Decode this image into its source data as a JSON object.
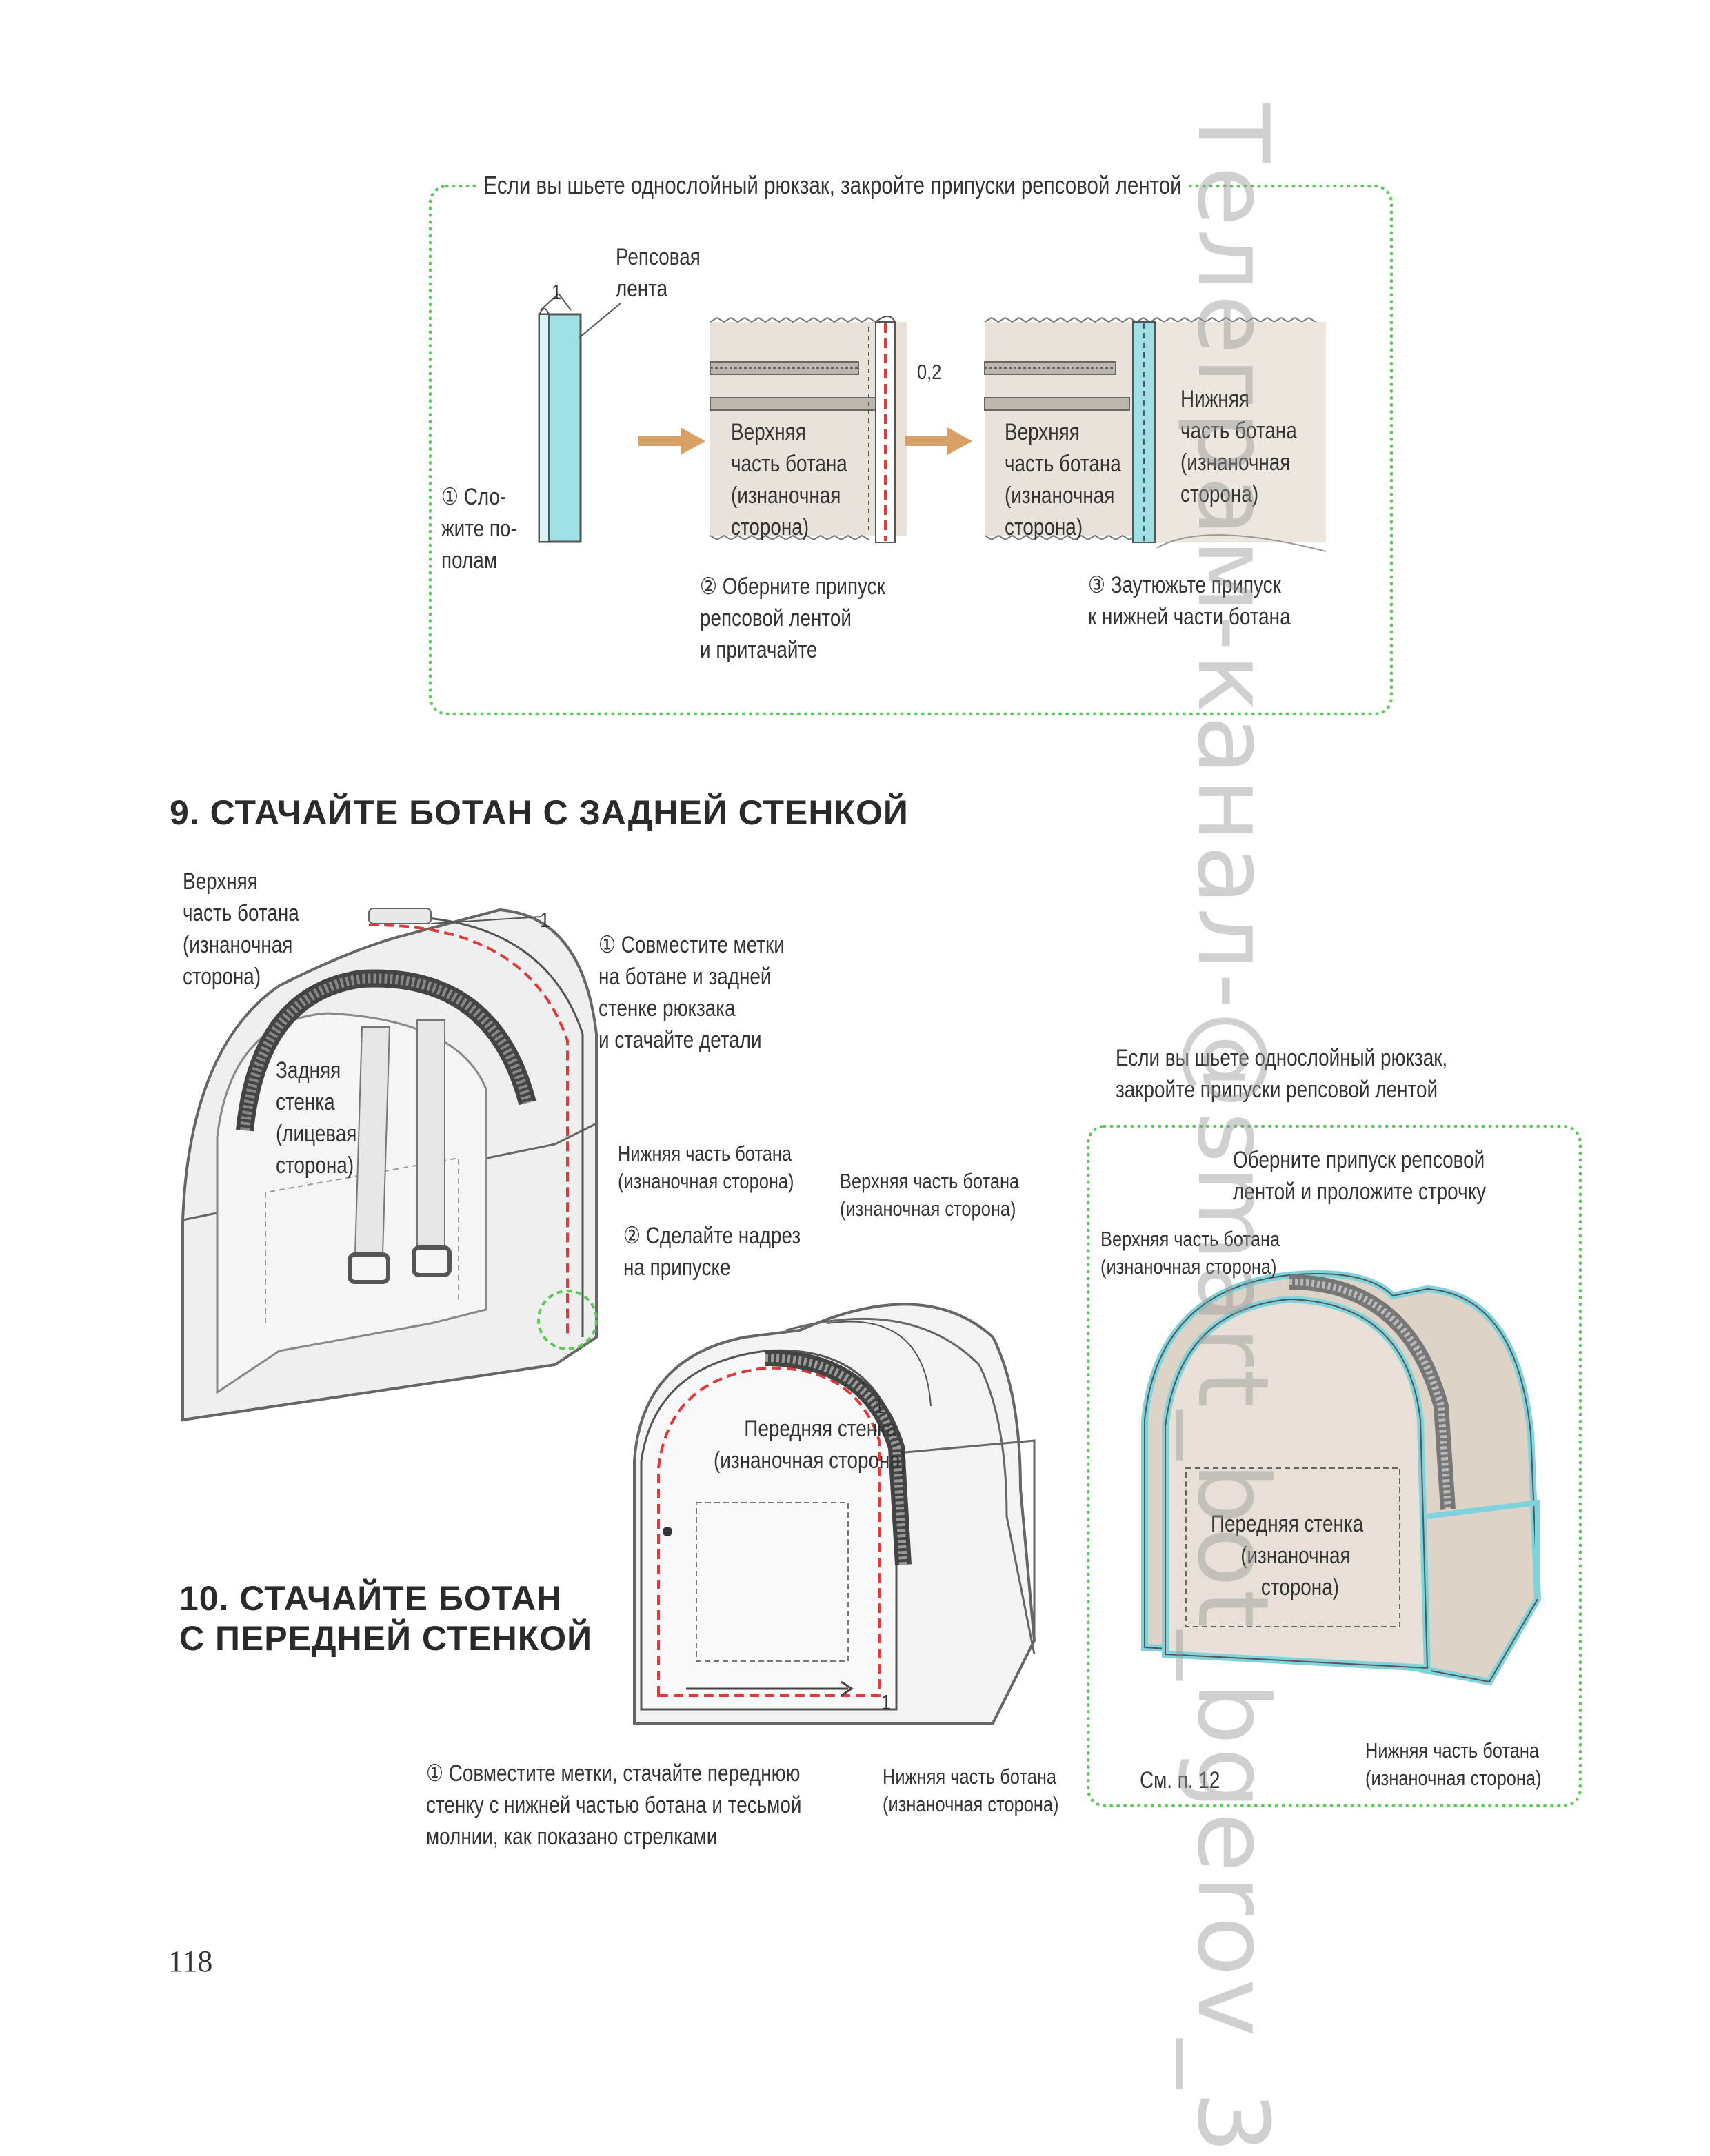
{
  "top_box": {
    "title": "Если вы шьете однослойный рюкзак, закройте припуски репсовой лентой",
    "tape_label": [
      "Репсовая",
      "лента"
    ],
    "tape_dim": "1",
    "step1": [
      "① Сло-",
      "жите по-",
      "полам"
    ],
    "seam_dim": "0,2",
    "upper_label_a": [
      "Верхняя",
      "часть ботана",
      "(изнаночная",
      "сторона)"
    ],
    "upper_label_b": [
      "Верхняя",
      "часть ботана",
      "(изнаночная",
      "сторона)"
    ],
    "lower_label": [
      "Нижняя",
      "часть ботана",
      "(изнаночная",
      "сторона)"
    ],
    "step2": [
      "② Оберните припуск",
      "репсовой лентой",
      "и притачайте"
    ],
    "step3": [
      "③ Заутюжьте припуск",
      "к нижней части ботана"
    ]
  },
  "section9": {
    "heading": "9. СТАЧАЙТЕ БОТАН С ЗАДНЕЙ СТЕНКОЙ",
    "upper_label": [
      "Верхняя",
      "часть ботана",
      "(изнаночная",
      "сторона)"
    ],
    "back_wall_label": [
      "Задняя",
      "стенка",
      "(лицевая",
      "сторона)"
    ],
    "dim": "1",
    "step1": [
      "① Совместите метки",
      "на ботане и задней",
      "стенке рюкзака",
      "и стачайте детали"
    ],
    "lower_label": [
      "Нижняя часть ботана",
      "(изнаночная сторона)"
    ],
    "step2": [
      "② Сделайте надрез",
      "на припуске"
    ]
  },
  "section10": {
    "heading": [
      "10. СТАЧАЙТЕ БОТАН",
      "С ПЕРЕДНЕЙ СТЕНКОЙ"
    ],
    "upper_label": [
      "Верхняя часть ботана",
      "(изнаночная сторона)"
    ],
    "front_label": [
      "Передняя стенка",
      "(изнаночная сторона)"
    ],
    "dim": "1",
    "lower_label": [
      "Нижняя часть ботана",
      "(изнаночная сторона)"
    ],
    "step1": [
      "① Совместите метки, стачайте переднюю",
      "стенку с нижней частью ботана и тесьмой",
      "молнии, как показано стрелками"
    ]
  },
  "side_box": {
    "title": [
      "Если вы шьете однослойный рюкзак,",
      "закройте припуски репсовой лентой"
    ],
    "wrap_label": [
      "Оберните припуск репсовой",
      "лентой и проложите строчку"
    ],
    "upper_label": [
      "Верхняя часть ботана",
      "(изнаночная сторона)"
    ],
    "front_label": [
      "Передняя стенка",
      "(изнаночная",
      "сторона)"
    ],
    "see_ref": "См. п. 12",
    "lower_label": [
      "Нижняя часть ботана",
      "(изнаночная сторона)"
    ]
  },
  "page_number": "118",
  "watermark": "Телеграм-канал-@smart_bot_bgerov_3",
  "colors": {
    "dotted_box": "#5cc95a",
    "seam_red": "#e03a3a",
    "tape_blue": "#7fd3dd",
    "fabric_beige": "#e4dcd2",
    "arrow_orange": "#d9a066"
  }
}
